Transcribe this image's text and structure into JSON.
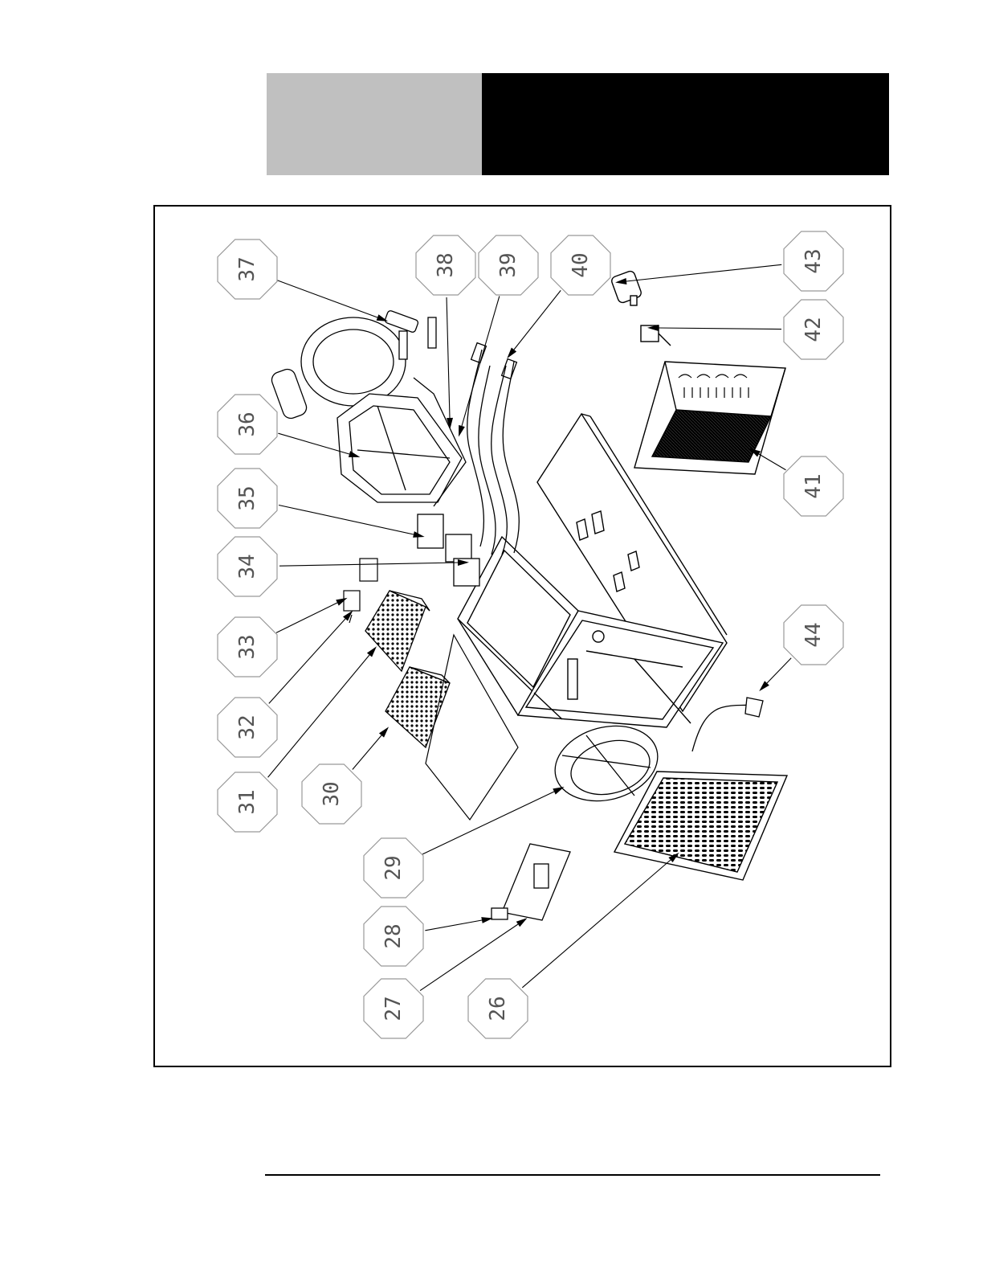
{
  "header": {
    "grey_color": "#c0c0c0",
    "black_color": "#000000"
  },
  "diagram": {
    "callouts": [
      {
        "num": "37"
      },
      {
        "num": "38"
      },
      {
        "num": "39"
      },
      {
        "num": "40"
      },
      {
        "num": "43"
      },
      {
        "num": "42"
      },
      {
        "num": "36"
      },
      {
        "num": "41"
      },
      {
        "num": "35"
      },
      {
        "num": "34"
      },
      {
        "num": "33"
      },
      {
        "num": "44"
      },
      {
        "num": "32"
      },
      {
        "num": "31"
      },
      {
        "num": "30"
      },
      {
        "num": "29"
      },
      {
        "num": "28"
      },
      {
        "num": "27"
      },
      {
        "num": "26"
      }
    ]
  }
}
